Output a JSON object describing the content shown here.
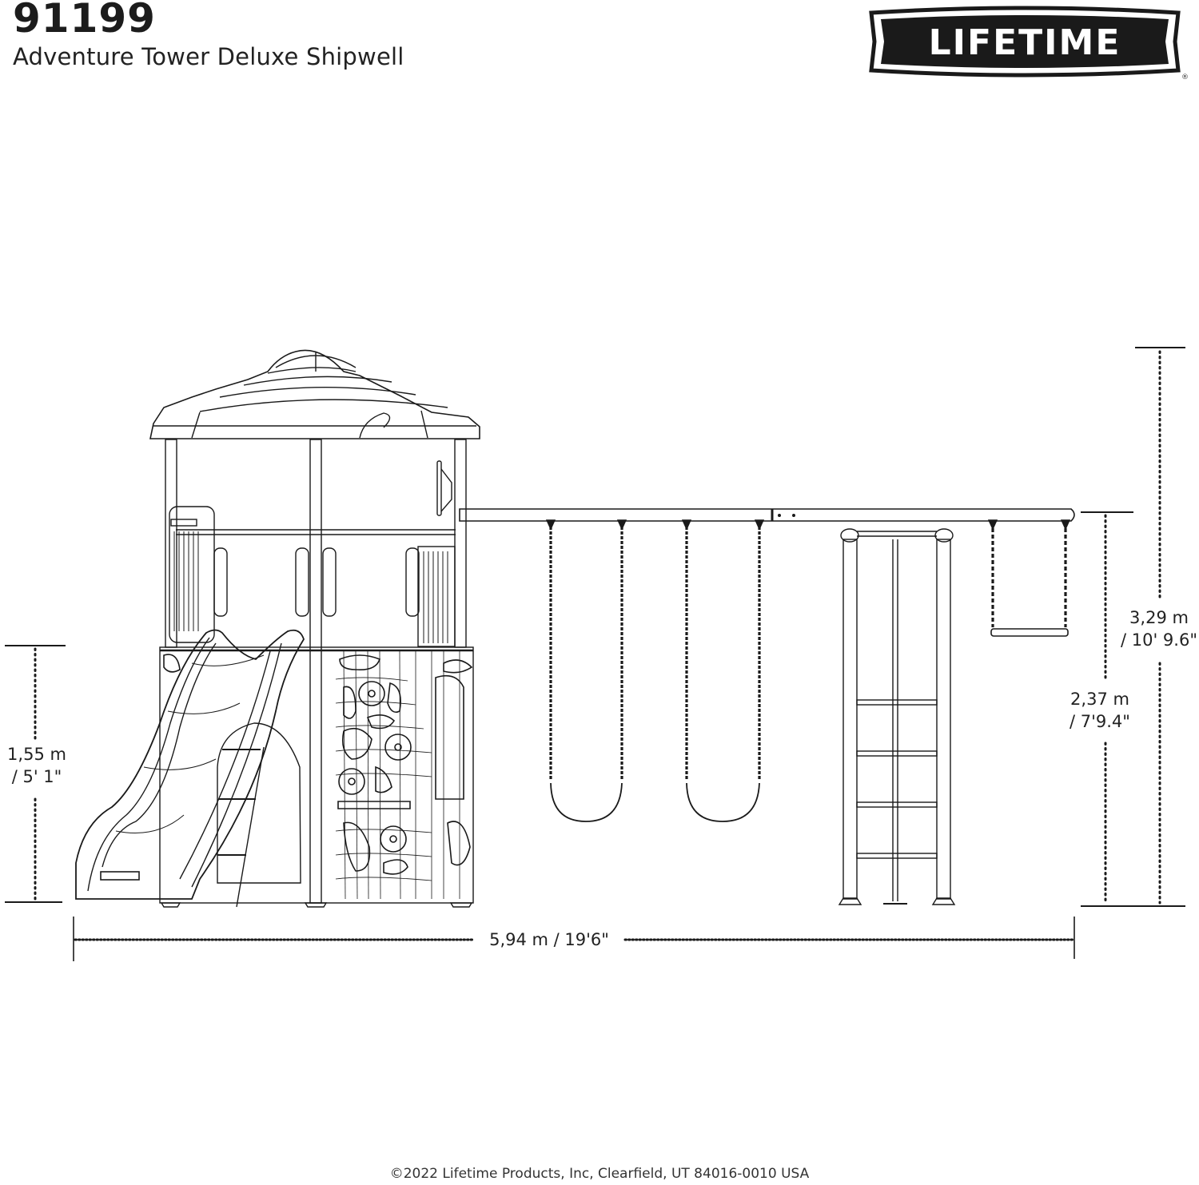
{
  "header": {
    "model_number": "91199",
    "product_name": "Adventure Tower Deluxe Shipwell"
  },
  "logo": {
    "brand": "LIFETIME",
    "registered_mark": "®",
    "colors": {
      "badge": "#1a1a1a",
      "text": "#ffffff"
    }
  },
  "dimensions": {
    "deck_height": {
      "metric": "1,55 m",
      "imperial": "/ 5' 1\""
    },
    "overall_width": {
      "label": "5,94 m / 19'6\""
    },
    "swing_beam_height": {
      "metric": "2,37 m",
      "imperial": "/ 7'9.4\""
    },
    "overall_height": {
      "metric": "3,29 m",
      "imperial": "/ 10' 9.6\""
    }
  },
  "drawing": {
    "components": [
      "tower-roof",
      "tower-deck",
      "wave-slide",
      "rock-climbing-wall",
      "ladder",
      "swing-beam",
      "belt-swing-1",
      "belt-swing-2",
      "a-frame-ladder",
      "trapeze-bar"
    ],
    "line_color": "#1a1a1a"
  },
  "footer": {
    "copyright": "©2022 Lifetime Products, Inc, Clearfield, UT 84016-0010 USA"
  }
}
